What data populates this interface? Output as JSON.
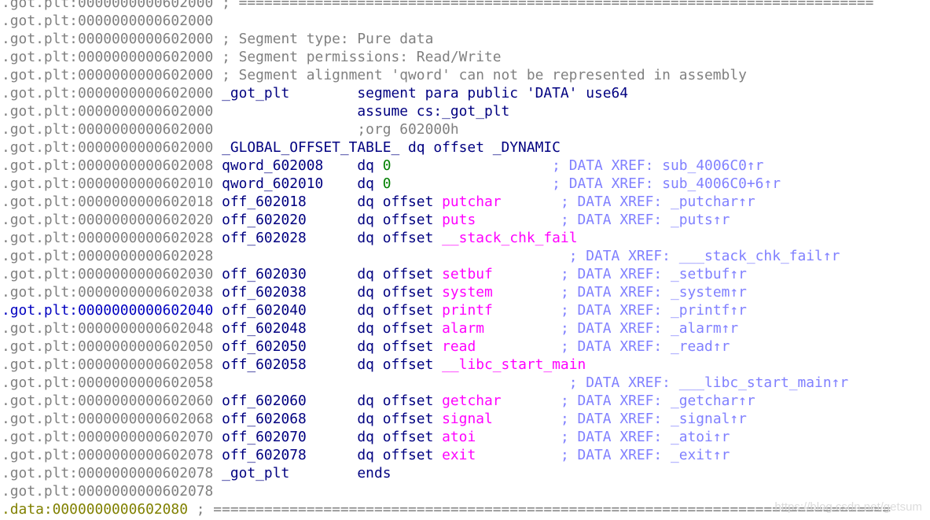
{
  "rows": [
    {
      "seg": ".got.plt:0000000000602000",
      "seg_style": "normal",
      "sep": " ",
      "comment": "; ==========================================================================="
    },
    {
      "seg": ".got.plt:0000000000602000",
      "seg_style": "normal"
    },
    {
      "seg": ".got.plt:0000000000602000",
      "seg_style": "normal",
      "sep": " ",
      "comment": "; Segment type: Pure data"
    },
    {
      "seg": ".got.plt:0000000000602000",
      "seg_style": "normal",
      "sep": " ",
      "comment": "; Segment permissions: Read/Write"
    },
    {
      "seg": ".got.plt:0000000000602000",
      "seg_style": "normal",
      "sep": " ",
      "comment": "; Segment alignment 'qword' can not be represented in assembly"
    },
    {
      "seg": ".got.plt:0000000000602000",
      "seg_style": "normal",
      "sep": " ",
      "label": "_got_plt        ",
      "mnem": "segment para public 'DATA' use64"
    },
    {
      "seg": ".got.plt:0000000000602000",
      "seg_style": "normal",
      "sep": " ",
      "label": "                ",
      "mnem": "assume cs:_got_plt"
    },
    {
      "seg": ".got.plt:0000000000602000",
      "seg_style": "normal",
      "sep": " ",
      "pad": "                ",
      "comment": ";org 602000h"
    },
    {
      "seg": ".got.plt:0000000000602000",
      "seg_style": "normal",
      "sep": " ",
      "label": "_GLOBAL_OFFSET_TABLE_",
      "mnem": " dq offset _DYNAMIC"
    },
    {
      "seg": ".got.plt:0000000000602008",
      "seg_style": "normal",
      "sep": " ",
      "label": "qword_602008    ",
      "mnem": "dq ",
      "num": "0",
      "pad2": "                   ",
      "xref": "; DATA XREF: sub_4006C0↑r"
    },
    {
      "seg": ".got.plt:0000000000602010",
      "seg_style": "normal",
      "sep": " ",
      "label": "qword_602010    ",
      "mnem": "dq ",
      "num": "0",
      "pad2": "                   ",
      "xref": "; DATA XREF: sub_4006C0+6↑r"
    },
    {
      "seg": ".got.plt:0000000000602018",
      "seg_style": "normal",
      "sep": " ",
      "label": "off_602018      ",
      "mnem": "dq offset ",
      "imp": "putchar",
      "pad2": "       ",
      "xref": "; DATA XREF: _putchar↑r"
    },
    {
      "seg": ".got.plt:0000000000602020",
      "seg_style": "normal",
      "sep": " ",
      "label": "off_602020      ",
      "mnem": "dq offset ",
      "imp": "puts",
      "pad2": "          ",
      "xref": "; DATA XREF: _puts↑r"
    },
    {
      "seg": ".got.plt:0000000000602028",
      "seg_style": "normal",
      "sep": " ",
      "label": "off_602028      ",
      "mnem": "dq offset ",
      "imp": "__stack_chk_fail"
    },
    {
      "seg": ".got.plt:0000000000602028",
      "seg_style": "normal",
      "sep": " ",
      "pad": "                                         ",
      "xref": "; DATA XREF: ___stack_chk_fail↑r"
    },
    {
      "seg": ".got.plt:0000000000602030",
      "seg_style": "normal",
      "sep": " ",
      "label": "off_602030      ",
      "mnem": "dq offset ",
      "imp": "setbuf",
      "pad2": "        ",
      "xref": "; DATA XREF: _setbuf↑r"
    },
    {
      "seg": ".got.plt:0000000000602038",
      "seg_style": "normal",
      "sep": " ",
      "label": "off_602038      ",
      "mnem": "dq offset ",
      "imp": "system",
      "pad2": "        ",
      "xref": "; DATA XREF: _system↑r"
    },
    {
      "seg": ".got.plt:0000000000602040",
      "seg_style": "sel",
      "sep": " ",
      "label": "off_602040      ",
      "mnem": "dq offset ",
      "imp": "printf",
      "pad2": "        ",
      "xref": "; DATA XREF: _printf↑r"
    },
    {
      "seg": ".got.plt:0000000000602048",
      "seg_style": "normal",
      "sep": " ",
      "label": "off_602048      ",
      "mnem": "dq offset ",
      "imp": "alarm",
      "pad2": "         ",
      "xref": "; DATA XREF: _alarm↑r"
    },
    {
      "seg": ".got.plt:0000000000602050",
      "seg_style": "normal",
      "sep": " ",
      "label": "off_602050      ",
      "mnem": "dq offset ",
      "imp": "read",
      "pad2": "          ",
      "xref": "; DATA XREF: _read↑r"
    },
    {
      "seg": ".got.plt:0000000000602058",
      "seg_style": "normal",
      "sep": " ",
      "label": "off_602058      ",
      "mnem": "dq offset ",
      "imp": "__libc_start_main"
    },
    {
      "seg": ".got.plt:0000000000602058",
      "seg_style": "normal",
      "sep": " ",
      "pad": "                                         ",
      "xref": "; DATA XREF: ___libc_start_main↑r"
    },
    {
      "seg": ".got.plt:0000000000602060",
      "seg_style": "normal",
      "sep": " ",
      "label": "off_602060      ",
      "mnem": "dq offset ",
      "imp": "getchar",
      "pad2": "       ",
      "xref": "; DATA XREF: _getchar↑r"
    },
    {
      "seg": ".got.plt:0000000000602068",
      "seg_style": "normal",
      "sep": " ",
      "label": "off_602068      ",
      "mnem": "dq offset ",
      "imp": "signal",
      "pad2": "        ",
      "xref": "; DATA XREF: _signal↑r"
    },
    {
      "seg": ".got.plt:0000000000602070",
      "seg_style": "normal",
      "sep": " ",
      "label": "off_602070      ",
      "mnem": "dq offset ",
      "imp": "atoi",
      "pad2": "          ",
      "xref": "; DATA XREF: _atoi↑r"
    },
    {
      "seg": ".got.plt:0000000000602078",
      "seg_style": "normal",
      "sep": " ",
      "label": "off_602078      ",
      "mnem": "dq offset ",
      "imp": "exit",
      "pad2": "          ",
      "xref": "; DATA XREF: _exit↑r"
    },
    {
      "seg": ".got.plt:0000000000602078",
      "seg_style": "normal",
      "sep": " ",
      "label": "_got_plt        ",
      "mnem": "ends"
    },
    {
      "seg": ".got.plt:0000000000602078",
      "seg_style": "normal"
    },
    {
      "seg": ".data:0000000000602080",
      "seg_style": "data",
      "sep": " ",
      "comment": "; ================================================================================"
    }
  ],
  "watermark": "https://blog.csdn.net/getsum",
  "colors": {
    "segment": "#808080",
    "segment_selected": "#0000c0",
    "segment_data": "#808000",
    "label": "#000080",
    "imported_name": "#ff00ff",
    "number": "#008000",
    "xref_comment": "#8080ff",
    "comment": "#808080"
  }
}
